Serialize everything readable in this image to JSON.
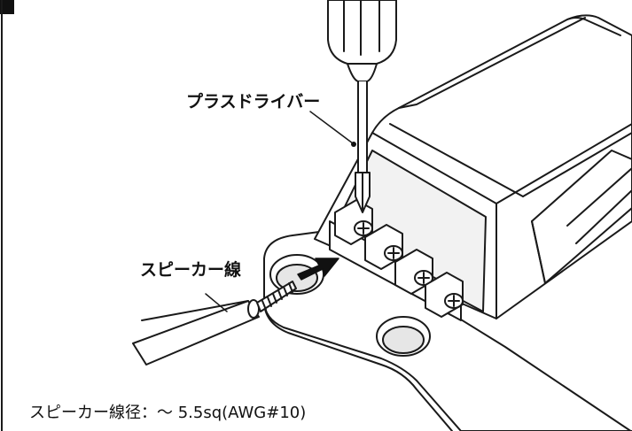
{
  "labels": {
    "driver": "プラスドライバー",
    "speaker_wire": "スピーカー線"
  },
  "caption": "スピーカー線径：～ 5.5sq(AWG#10)",
  "icons": [
    "screwdriver-icon",
    "terminal-block-icon",
    "speaker-wire-icon",
    "insert-arrow-icon"
  ],
  "colors": {
    "line": "#1a1a1a",
    "fill": "#ffffff",
    "shade": "#e6e6e6",
    "corner_marker": "#111111"
  }
}
